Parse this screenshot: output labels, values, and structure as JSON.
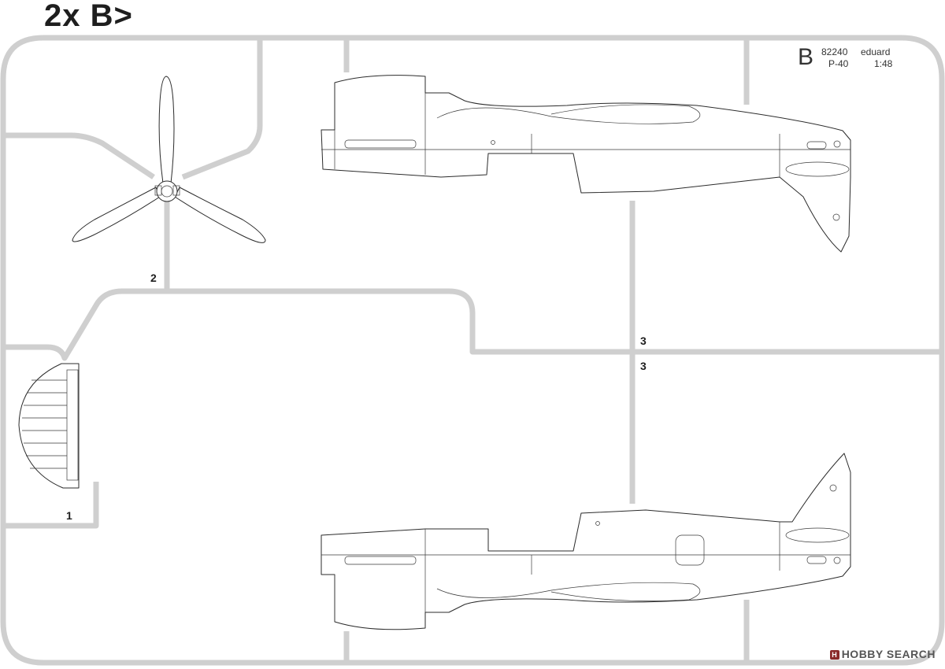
{
  "sheet": {
    "title": "2x B>",
    "sprue_letter": "B",
    "kit_number": "82240",
    "brand": "eduard",
    "model": "P-40",
    "scale": "1:48"
  },
  "parts": [
    {
      "number": "1"
    },
    {
      "number": "2"
    },
    {
      "number": "3"
    },
    {
      "number": "3"
    }
  ],
  "watermark": {
    "logo_glyph": "H",
    "text": "HOBBY SEARCH"
  },
  "colors": {
    "runner": "#cfcfcf",
    "outline": "#2b2b2b",
    "background": "#ffffff"
  }
}
